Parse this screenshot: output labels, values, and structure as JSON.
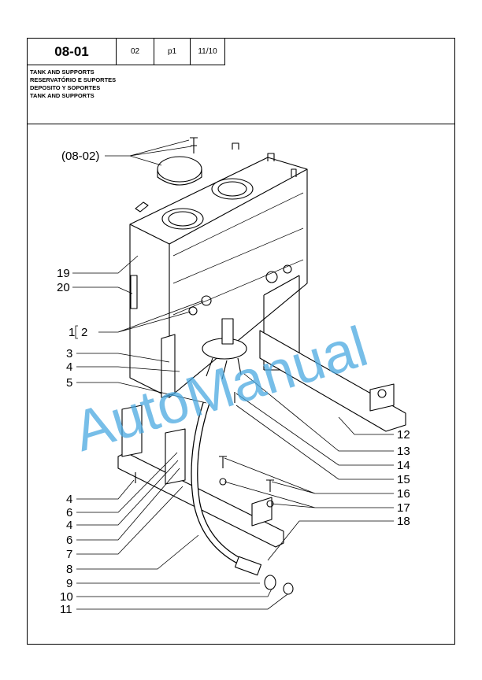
{
  "header": {
    "code": "08-01",
    "field_a": "02",
    "field_b": "p1",
    "field_c": "11/10"
  },
  "titles": [
    "TANK AND SUPPORTS",
    "RESERVATÓRIO E SUPORTES",
    "DEPOSITO Y SOPORTES",
    "TANK AND SUPPORTS"
  ],
  "diagram": {
    "reference": "(08-02)",
    "callouts": {
      "c1": "1",
      "c2": "2",
      "c3": "3",
      "c4a": "4",
      "c5": "5",
      "c4b": "4",
      "c6a": "6",
      "c4c": "4",
      "c6b": "6",
      "c7": "7",
      "c8": "8",
      "c9": "9",
      "c10": "10",
      "c11": "11",
      "c12": "12",
      "c13": "13",
      "c14": "14",
      "c15": "15",
      "c16": "16",
      "c17": "17",
      "c18": "18",
      "c19": "19",
      "c20": "20"
    }
  },
  "watermark": "AutoManual",
  "colors": {
    "watermark": "#4aa8e0",
    "line": "#000000"
  }
}
